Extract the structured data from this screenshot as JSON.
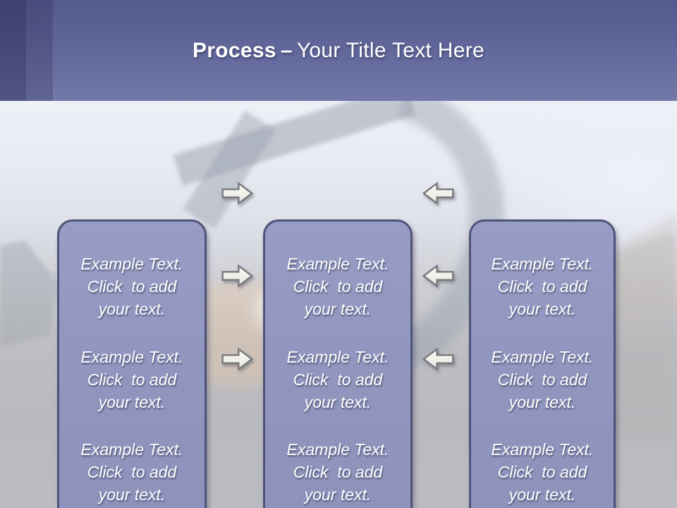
{
  "slide_title": {
    "emphasis": "Process",
    "separator": "–",
    "rest": "Your Title Text Here"
  },
  "process": {
    "columns": [
      {
        "name": "column-1",
        "items": [
          "Example Text.\nClick  to add\nyour text.",
          "Example Text.\nClick  to add\nyour text.",
          "Example Text.\nClick  to add\nyour text."
        ]
      },
      {
        "name": "column-2",
        "items": [
          "Example Text.\nClick  to add\nyour text.",
          "Example Text.\nClick  to add\nyour text.",
          "Example Text.\nClick  to add\nyour text."
        ]
      },
      {
        "name": "column-3",
        "items": [
          "Example Text.\nClick  to add\nyour text.",
          "Example Text.\nClick  to add\nyour text.",
          "Example Text.\nClick  to add\nyour text."
        ]
      }
    ],
    "flows": [
      {
        "from": "column-1",
        "to": "column-2",
        "direction": "right",
        "arrow_count": 3
      },
      {
        "from": "column-3",
        "to": "column-2",
        "direction": "left",
        "arrow_count": 3
      }
    ]
  },
  "colors": {
    "header_gradient_top": "#545A8D",
    "header_gradient_bottom": "#7378A9",
    "box_fill": "#9196BF",
    "box_border": "#4F537A",
    "arrow_fill": "#F3F2EC",
    "arrow_stroke": "#76787C",
    "background_gray": "#B9BABF",
    "title_text": "#FFFFFF"
  }
}
